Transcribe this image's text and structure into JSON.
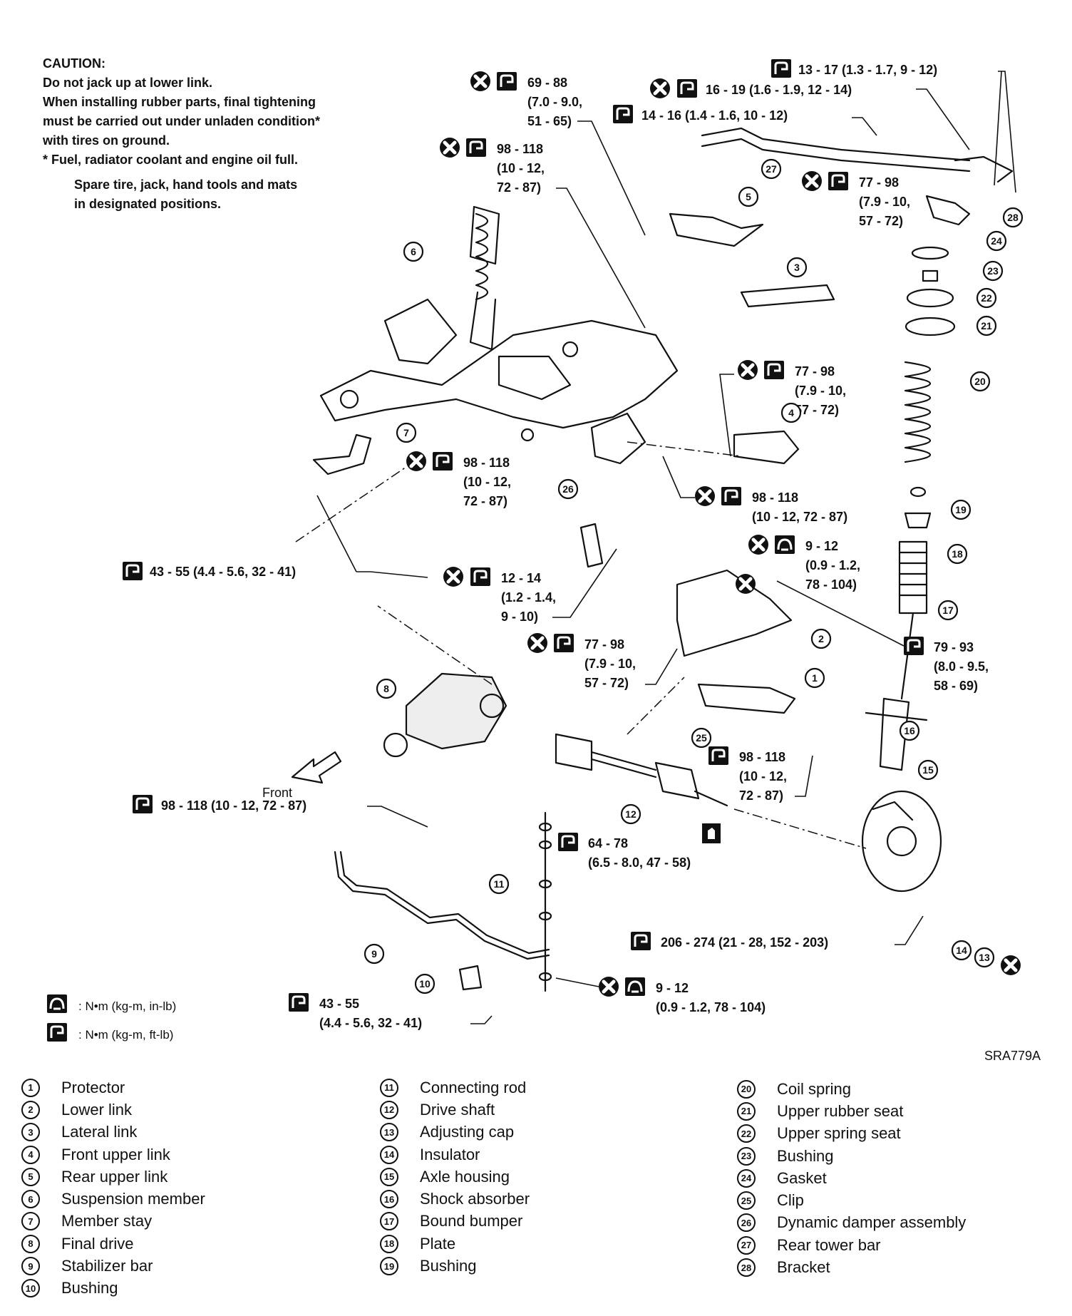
{
  "caution": {
    "title": "CAUTION:",
    "line1": "Do not jack up at lower link.",
    "line2": "When installing rubber parts, final tightening",
    "line3": "must be carried out under unladen condition*",
    "line4": "with tires on ground.",
    "line5": "*   Fuel, radiator coolant and engine oil full.",
    "line6": "Spare tire, jack, hand tools and mats",
    "line7": "in designated positions."
  },
  "torques": {
    "t1a": "69 - 88",
    "t1b": "(7.0 - 9.0,",
    "t1c": "51 - 65)",
    "t2": "13 - 17 (1.3 - 1.7, 9 - 12)",
    "t3": "16 - 19 (1.6 - 1.9, 12 - 14)",
    "t4": "14 - 16 (1.4 - 1.6, 10 - 12)",
    "t5a": "98 - 118",
    "t5b": "(10 - 12,",
    "t5c": "72 - 87)",
    "t6a": "77 - 98",
    "t6b": "(7.9 - 10,",
    "t6c": "57 - 72)",
    "t7a": "77 - 98",
    "t7b": "(7.9 - 10,",
    "t7c": "57 - 72)",
    "t8a": "98 - 118",
    "t8b": "(10 - 12,",
    "t8c": "72 - 87)",
    "t9": "98 - 118",
    "t9b": "(10 - 12, 72 - 87)",
    "t10": "43 - 55 (4.4 - 5.6, 32 - 41)",
    "t11a": "12 - 14",
    "t11b": "(1.2 - 1.4,",
    "t11c": "9 - 10)",
    "t12a": "9 - 12",
    "t12b": "(0.9 - 1.2,",
    "t12c": "78 - 104)",
    "t13a": "79 - 93",
    "t13b": "(8.0 - 9.5,",
    "t13c": "58 - 69)",
    "t14a": "77 - 98",
    "t14b": "(7.9 - 10,",
    "t14c": "57 - 72)",
    "t15a": "98 - 118",
    "t15b": "(10 - 12,",
    "t15c": "72 - 87)",
    "t16": "98 - 118 (10 - 12, 72 - 87)",
    "t17a": "64 - 78",
    "t17b": "(6.5 - 8.0, 47 - 58)",
    "t18": "206 - 274 (21 - 28, 152 - 203)",
    "t19a": "9 - 12",
    "t19b": "(0.9 - 1.2, 78 - 104)",
    "t20a": "43 - 55",
    "t20b": "(4.4 - 5.6, 32 - 41)"
  },
  "front_label": "Front",
  "key": {
    "inlb": ": N•m (kg-m, in-lb)",
    "ftlb": ": N•m (kg-m, ft-lb)"
  },
  "figure_code": "SRA779A",
  "callouts": [
    "1",
    "2",
    "3",
    "4",
    "5",
    "6",
    "7",
    "8",
    "9",
    "10",
    "11",
    "12",
    "13",
    "14",
    "15",
    "16",
    "17",
    "18",
    "19",
    "20",
    "21",
    "22",
    "23",
    "24",
    "25",
    "26",
    "27",
    "28"
  ],
  "legend": [
    {
      "num": "1",
      "label": "Protector"
    },
    {
      "num": "2",
      "label": "Lower link"
    },
    {
      "num": "3",
      "label": "Lateral link"
    },
    {
      "num": "4",
      "label": "Front upper link"
    },
    {
      "num": "5",
      "label": "Rear upper link"
    },
    {
      "num": "6",
      "label": "Suspension member"
    },
    {
      "num": "7",
      "label": "Member stay"
    },
    {
      "num": "8",
      "label": "Final drive"
    },
    {
      "num": "9",
      "label": "Stabilizer bar"
    },
    {
      "num": "10",
      "label": "Bushing"
    },
    {
      "num": "11",
      "label": "Connecting rod"
    },
    {
      "num": "12",
      "label": "Drive shaft"
    },
    {
      "num": "13",
      "label": "Adjusting cap"
    },
    {
      "num": "14",
      "label": "Insulator"
    },
    {
      "num": "15",
      "label": "Axle housing"
    },
    {
      "num": "16",
      "label": "Shock absorber"
    },
    {
      "num": "17",
      "label": "Bound bumper"
    },
    {
      "num": "18",
      "label": "Plate"
    },
    {
      "num": "19",
      "label": "Bushing"
    },
    {
      "num": "20",
      "label": "Coil spring"
    },
    {
      "num": "21",
      "label": "Upper rubber seat"
    },
    {
      "num": "22",
      "label": "Upper spring seat"
    },
    {
      "num": "23",
      "label": "Bushing"
    },
    {
      "num": "24",
      "label": "Gasket"
    },
    {
      "num": "25",
      "label": "Clip"
    },
    {
      "num": "26",
      "label": "Dynamic damper assembly"
    },
    {
      "num": "27",
      "label": "Rear tower bar"
    },
    {
      "num": "28",
      "label": "Bracket"
    }
  ]
}
